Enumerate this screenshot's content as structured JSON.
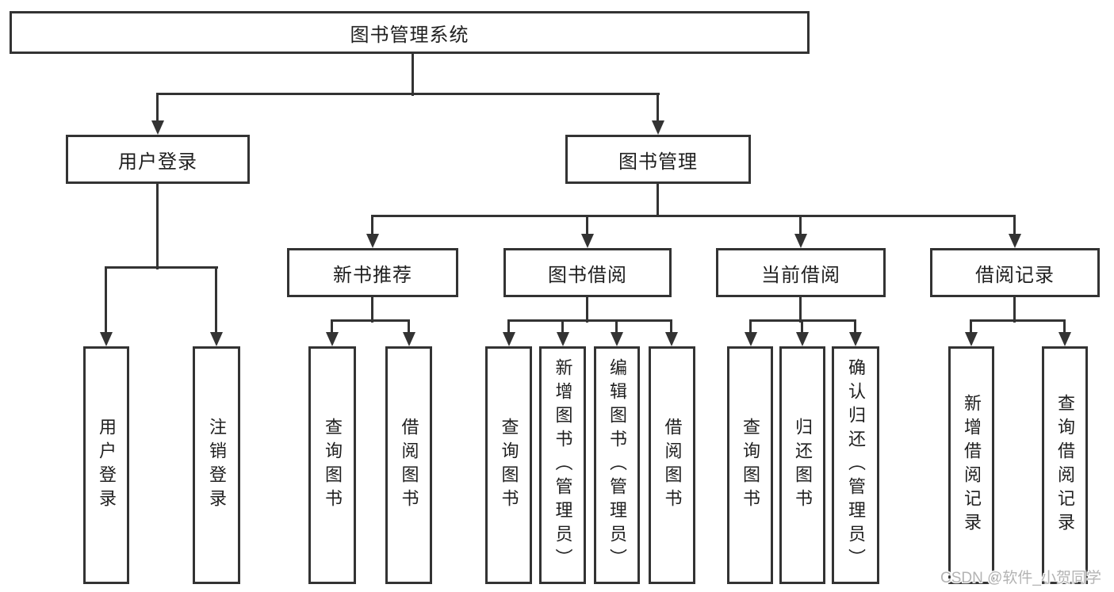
{
  "tree": {
    "label": "图书管理系统",
    "children": [
      {
        "label": "用户登录",
        "children": [
          {
            "label": "用户登录"
          },
          {
            "label": "注销登录"
          }
        ]
      },
      {
        "label": "图书管理",
        "children": [
          {
            "label": "新书推荐",
            "children": [
              {
                "label": "查询图书"
              },
              {
                "label": "借阅图书"
              }
            ]
          },
          {
            "label": "图书借阅",
            "children": [
              {
                "label": "查询图书"
              },
              {
                "label": "新增图书（管理员）"
              },
              {
                "label": "编辑图书（管理员）"
              },
              {
                "label": "借阅图书"
              }
            ]
          },
          {
            "label": "当前借阅",
            "children": [
              {
                "label": "查询图书"
              },
              {
                "label": "归还图书"
              },
              {
                "label": "确认归还（管理员）"
              }
            ]
          },
          {
            "label": "借阅记录",
            "children": [
              {
                "label": "新增借阅记录"
              },
              {
                "label": "查询借阅记录"
              }
            ]
          }
        ]
      }
    ]
  },
  "watermark": {
    "text": "CSDN @软件_小贺同学"
  },
  "colors": {
    "line": "#333333",
    "box_border": "#333333",
    "box_fill": "#ffffff",
    "text": "#1f1f1f",
    "watermark": "#b3b3b3",
    "background": "#ffffff"
  }
}
